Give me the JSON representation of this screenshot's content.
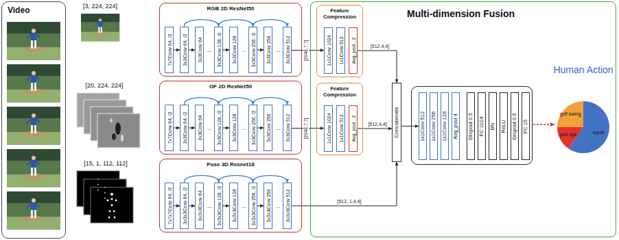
{
  "diagram": {
    "nodes": [
      {
        "text": [
          "Video"
        ]
      },
      {
        "text": [
          "RGB 2D ResNet50"
        ]
      },
      {
        "text": [
          "7x7Conv 64, /2"
        ],
        "in": 1
      },
      {
        "text": [
          "3x3Conv 64, /2"
        ],
        "in": 1
      },
      {
        "text": [
          "3x3Conv 64"
        ],
        "in": 1
      },
      {
        "text": [
          "3x3Conv 128, /2"
        ],
        "in": 1
      },
      {
        "text": [
          "3x3Conv 128"
        ],
        "in": 1
      },
      {
        "text": [
          "3x3Conv 256, /2"
        ],
        "in": 1
      },
      {
        "text": [
          "3x3Conv 256"
        ],
        "in": 1
      },
      {
        "text": [
          "3x3Conv 512"
        ],
        "in": 1
      },
      {
        "text": [
          "OF 2D ResNet50"
        ]
      },
      {
        "text": [
          "7x7Conv 64, /2"
        ],
        "in": 10
      },
      {
        "text": [
          "3x3Conv 64, /2"
        ],
        "in": 10
      },
      {
        "text": [
          "3x3Conv 64"
        ],
        "in": 10
      },
      {
        "text": [
          "3x3Conv 128, /2"
        ],
        "in": 10
      },
      {
        "text": [
          "3x3Conv 128"
        ],
        "in": 10
      },
      {
        "text": [
          "3x3Conv 256, /2"
        ],
        "in": 10
      },
      {
        "text": [
          "3x3Conv 256"
        ],
        "in": 10
      },
      {
        "text": [
          "3x3Conv 512"
        ],
        "in": 10
      },
      {
        "text": [
          "Pose 3D Resnet18"
        ]
      },
      {
        "text": [
          "7x7x7Conv 64, /2"
        ],
        "in": 19
      },
      {
        "text": [
          "3x3x3Conv 64, /2"
        ],
        "in": 19
      },
      {
        "text": [
          "3x3x3Conv 64"
        ],
        "in": 19
      },
      {
        "text": [
          "3x3x3Conv 128, /2"
        ],
        "in": 19
      },
      {
        "text": [
          "3x3x3Conv 128"
        ],
        "in": 19
      },
      {
        "text": [
          "3x3x3Conv 256, /2"
        ],
        "in": 19
      },
      {
        "text": [
          "3x3x3Conv 256"
        ],
        "in": 19
      },
      {
        "text": [
          "3x3x3Conv 512"
        ],
        "in": 19
      },
      {
        "text": [
          "Multi-dimension Fusion"
        ]
      },
      {
        "text": [
          "Feature Compression"
        ],
        "in": 28
      },
      {
        "text": [
          "1x1Conv 1024"
        ],
        "in": 29
      },
      {
        "text": [
          "1x1Conv 512"
        ],
        "in": 29
      },
      {
        "text": [
          "Avg_pool , 2"
        ],
        "in": 29
      },
      {
        "text": [
          "Feature Compression"
        ],
        "in": 28
      },
      {
        "text": [
          "1x1Conv 1024"
        ],
        "in": 33
      },
      {
        "text": [
          "1x1Conv 512"
        ],
        "in": 33
      },
      {
        "text": [
          "Avg_pool , 2"
        ],
        "in": 33
      },
      {
        "text": [
          "Concatenate"
        ],
        "in": 28
      },
      {
        "text": [],
        "in": 28
      },
      {
        "text": [
          "1x1Conv 512"
        ],
        "in": 38
      },
      {
        "text": [
          "1x1Conv 256"
        ],
        "in": 38
      },
      {
        "text": [
          "1x1Conv 128"
        ],
        "in": 38
      },
      {
        "text": [
          "Avg_pool 4"
        ],
        "in": 38
      },
      {
        "text": [
          "Dropout 0.5"
        ],
        "in": 38
      },
      {
        "text": [
          "FC 1024"
        ],
        "in": 38
      },
      {
        "text": [
          "BN"
        ],
        "in": 38
      },
      {
        "text": [
          "ReLU"
        ],
        "in": 38
      },
      {
        "text": [
          "Dropout 0.5"
        ],
        "in": 38
      },
      {
        "text": [
          "FC 15"
        ],
        "in": 38
      }
    ],
    "edges": [
      {
        "from": 2,
        "to": 3,
        "arrow": "to"
      },
      {
        "from": 3,
        "to": 4,
        "arrow": "to"
      },
      {
        "from": 5,
        "to": 6,
        "arrow": "to"
      },
      {
        "from": 7,
        "to": 8,
        "arrow": "to"
      },
      {
        "from": 3,
        "to": 5,
        "arrow": "to"
      },
      {
        "from": 5,
        "to": 7,
        "arrow": "to"
      },
      {
        "from": 7,
        "to": 9,
        "arrow": "to"
      },
      {
        "from": 11,
        "to": 12,
        "arrow": "to"
      },
      {
        "from": 12,
        "to": 13,
        "arrow": "to"
      },
      {
        "from": 14,
        "to": 15,
        "arrow": "to"
      },
      {
        "from": 16,
        "to": 17,
        "arrow": "to"
      },
      {
        "from": 12,
        "to": 14,
        "arrow": "to"
      },
      {
        "from": 14,
        "to": 16,
        "arrow": "to"
      },
      {
        "from": 16,
        "to": 18,
        "arrow": "to"
      },
      {
        "from": 20,
        "to": 21,
        "arrow": "to"
      },
      {
        "from": 21,
        "to": 22,
        "arrow": "to"
      },
      {
        "from": 23,
        "to": 24,
        "arrow": "to"
      },
      {
        "from": 25,
        "to": 26,
        "arrow": "to"
      },
      {
        "from": 21,
        "to": 23,
        "arrow": "to"
      },
      {
        "from": 23,
        "to": 25,
        "arrow": "to"
      },
      {
        "from": 25,
        "to": 27,
        "arrow": "to"
      },
      {
        "from": 9,
        "to": 30,
        "label": "[2048,7,7]",
        "arrow": "to"
      },
      {
        "from": 18,
        "to": 34,
        "label": "[2048,7,7]",
        "arrow": "to"
      },
      {
        "from": 32,
        "to": 37,
        "label": "[512,4,4]",
        "arrow": "to"
      },
      {
        "from": 36,
        "to": 37,
        "label": "[512,4,4]",
        "arrow": "to"
      },
      {
        "from": 27,
        "to": 37,
        "label": "[512, 1,4,4]",
        "arrow": "to"
      },
      {
        "from": 37,
        "to": 39,
        "arrow": "to"
      }
    ],
    "labels": [
      "[3, 224, 224]",
      "[20, 224, 224]",
      "[15, 1, 112, 112]",
      "...",
      "...",
      "...",
      "...",
      "...",
      "...",
      "...",
      "...",
      "...",
      "Human Action",
      "golf swing",
      "pull ups",
      "squat"
    ]
  }
}
